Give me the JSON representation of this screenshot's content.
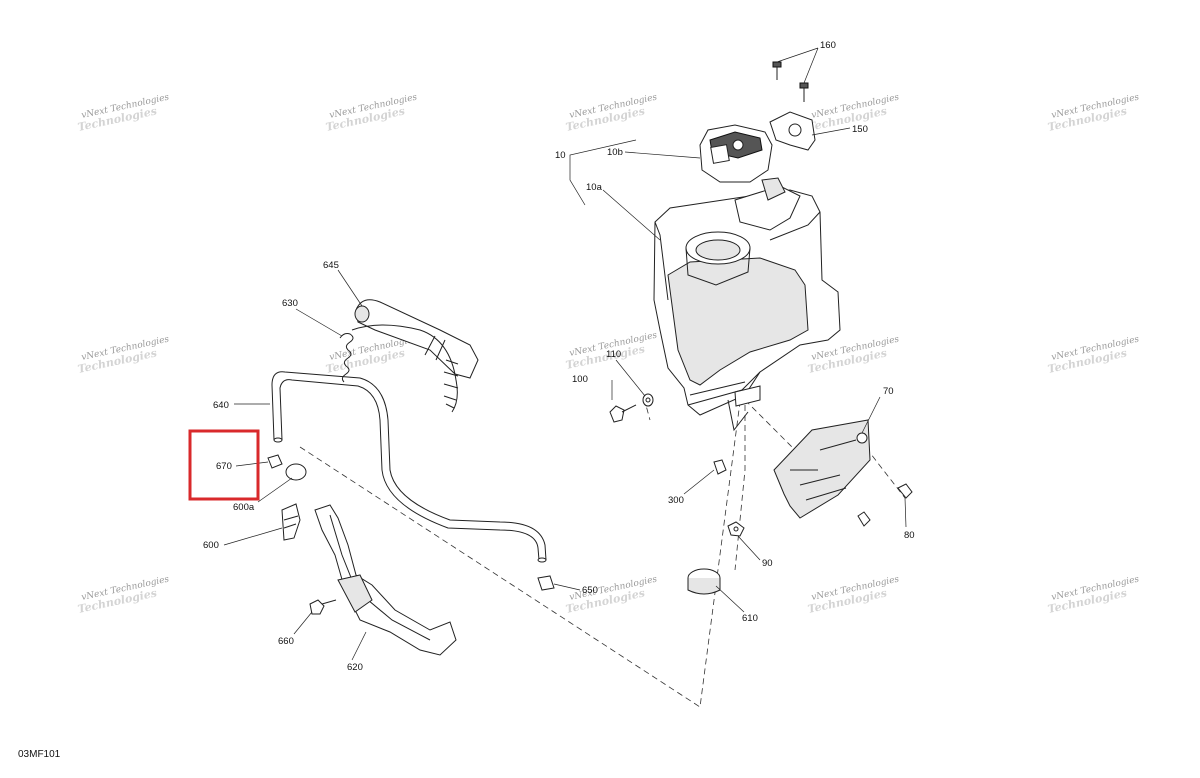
{
  "diagram": {
    "page_code": "03MF101",
    "watermark_line1": "vNext Technologies",
    "watermark_line2": "Technologies",
    "callouts": {
      "c160": "160",
      "c150": "150",
      "c10": "10",
      "c10b": "10b",
      "c10a": "10a",
      "c645": "645",
      "c630": "630",
      "c640": "640",
      "c670": "670",
      "c600a": "600a",
      "c600": "600",
      "c110": "110",
      "c100": "100",
      "c70": "70",
      "c300": "300",
      "c80": "80",
      "c90": "90",
      "c610": "610",
      "c650": "650",
      "c660": "660",
      "c620": "620"
    },
    "highlight_color": "#d9292b"
  }
}
